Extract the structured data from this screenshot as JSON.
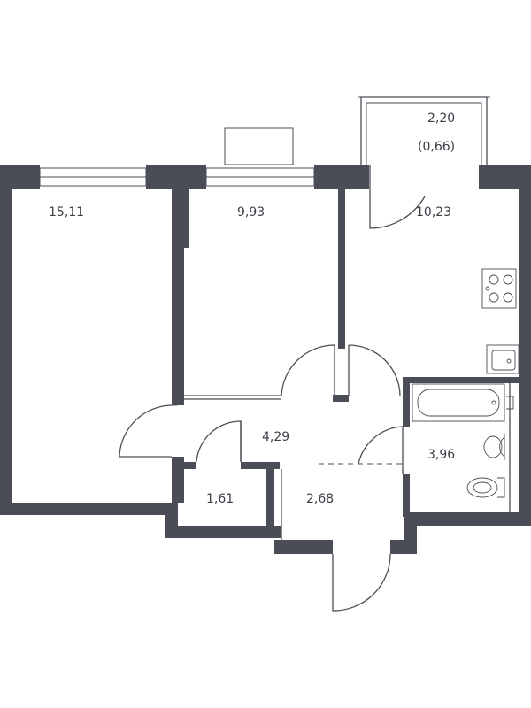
{
  "rooms": {
    "room_left": "15,11",
    "room_middle": "9,93",
    "kitchen": "10,23",
    "balcony_area": "2,20",
    "balcony_area_coef": "(0,66)",
    "hall": "4,29",
    "wardrobe": "1,61",
    "entrance": "2,68",
    "bathroom": "3,96"
  }
}
